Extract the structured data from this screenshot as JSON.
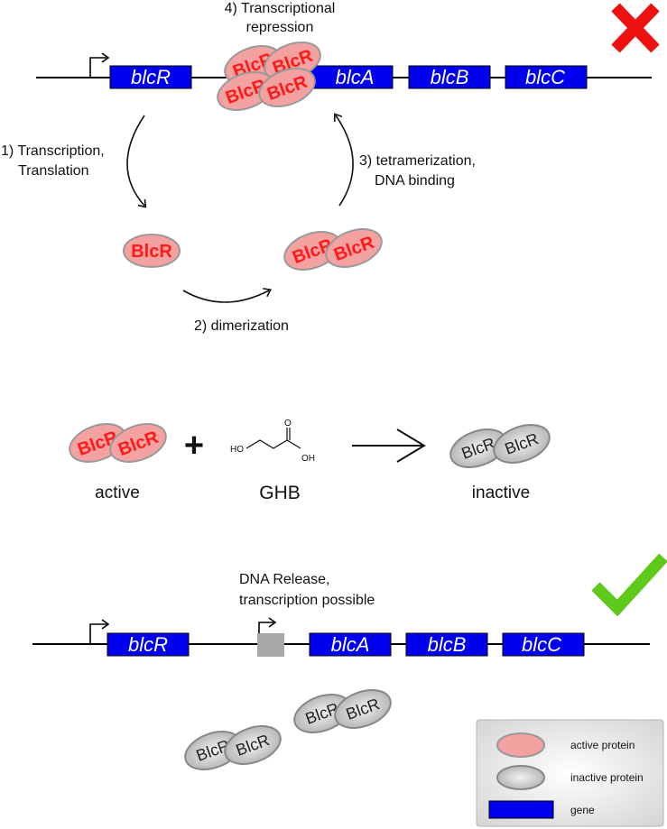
{
  "genes": {
    "blcR": "blcR",
    "blcA": "blcA",
    "blcB": "blcB",
    "blcC": "blcC"
  },
  "protein_label": "BlcR",
  "steps": {
    "step1_line1": "1) Transcription,",
    "step1_line2": "Translation",
    "step2": "2) dimerization",
    "step3_line1": "3) tetramerization,",
    "step3_line2": "DNA binding",
    "step4_line1": "4) Transcriptional",
    "step4_line2": "repression"
  },
  "reaction": {
    "active": "active",
    "plus": "+",
    "ghb": "GHB",
    "inactive": "inactive",
    "ho": "HO",
    "oh": "OH",
    "o": "O"
  },
  "release": {
    "line1": "DNA Release,",
    "line2": "transcription possible"
  },
  "legend": {
    "active_protein": "active protein",
    "inactive_protein": "inactive protein",
    "gene": "gene"
  },
  "colors": {
    "gene": "#0000ee",
    "active_protein": "#f4a1a1",
    "inactive_protein": "#d0d0d0",
    "cross": "#ee1111",
    "check": "#5ec91a"
  }
}
